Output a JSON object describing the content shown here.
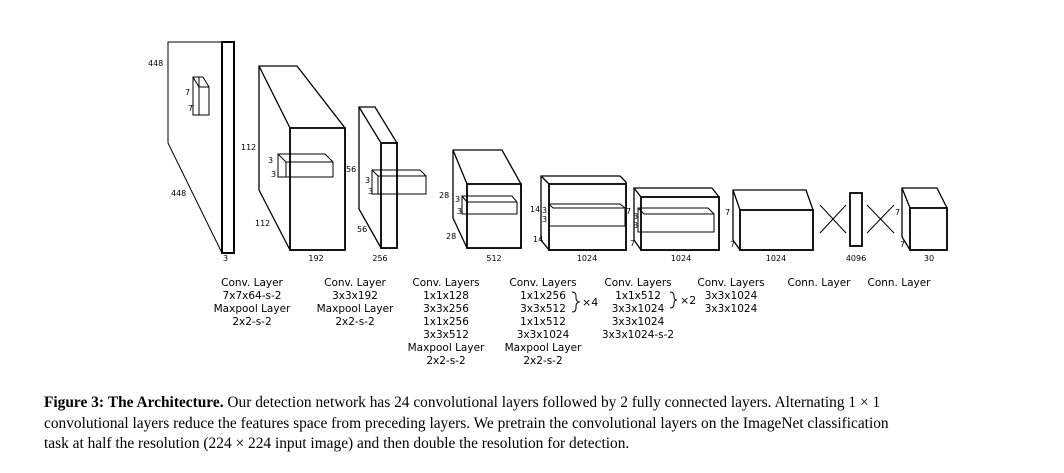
{
  "input": {
    "size_top": "448",
    "size_side": "448",
    "depth": "3",
    "filter_h": "7",
    "filter_w": "7"
  },
  "blocks": [
    {
      "size_top": "112",
      "size_side": "112",
      "depth": "192",
      "filter_h": "3",
      "filter_w": "3",
      "label_lines": [
        "Conv. Layer",
        "7x7x64-s-2",
        "Maxpool Layer",
        "2x2-s-2"
      ]
    },
    {
      "size_top": "56",
      "size_side": "56",
      "depth": "256",
      "filter_h": "3",
      "filter_w": "3",
      "label_lines": [
        "Conv. Layer",
        "3x3x192",
        "Maxpool Layer",
        "2x2-s-2"
      ]
    },
    {
      "size_top": "28",
      "size_side": "28",
      "depth": "512",
      "filter_h": "3",
      "filter_w": "3",
      "label_lines": [
        "Conv. Layers",
        "1x1x128",
        "3x3x256",
        "1x1x256",
        "3x3x512",
        "Maxpool Layer",
        "2x2-s-2"
      ]
    },
    {
      "size_top": "14",
      "size_side": "14",
      "depth": "1024",
      "filter_h": "3",
      "filter_w": "3",
      "label_lines": [
        "Conv. Layers",
        "1x1x256",
        "3x3x512",
        "1x1x512",
        "3x3x1024",
        "Maxpool Layer",
        "2x2-s-2"
      ],
      "multiplier": "×4"
    },
    {
      "size_top": "7",
      "size_side": "7",
      "depth": "1024",
      "filter_h": "3",
      "filter_w": "3",
      "label_lines": [
        "Conv. Layers",
        "1x1x512",
        "3x3x1024",
        "3x3x1024",
        "3x3x1024-s-2"
      ],
      "multiplier": "×2"
    },
    {
      "size_top": "7",
      "size_side": "7",
      "depth": "1024",
      "label_lines": [
        "Conv. Layers",
        "3x3x1024",
        "3x3x1024"
      ]
    }
  ],
  "fc1": {
    "size": "4096",
    "label": "Conn. Layer"
  },
  "fc2": {
    "size_top": "7",
    "size_side": "7",
    "depth": "30",
    "label": "Conn. Layer"
  },
  "caption": {
    "figure_label": "Figure 3:",
    "title": "The Architecture.",
    "line1": "Our detection network has 24 convolutional layers followed by 2 fully connected layers. Alternating 1 × 1",
    "line2": "convolutional layers reduce the features space from preceding layers. We pretrain the convolutional layers on the ImageNet classification",
    "line3": "task at half the resolution (224 × 224 input image) and then double the resolution for detection."
  }
}
